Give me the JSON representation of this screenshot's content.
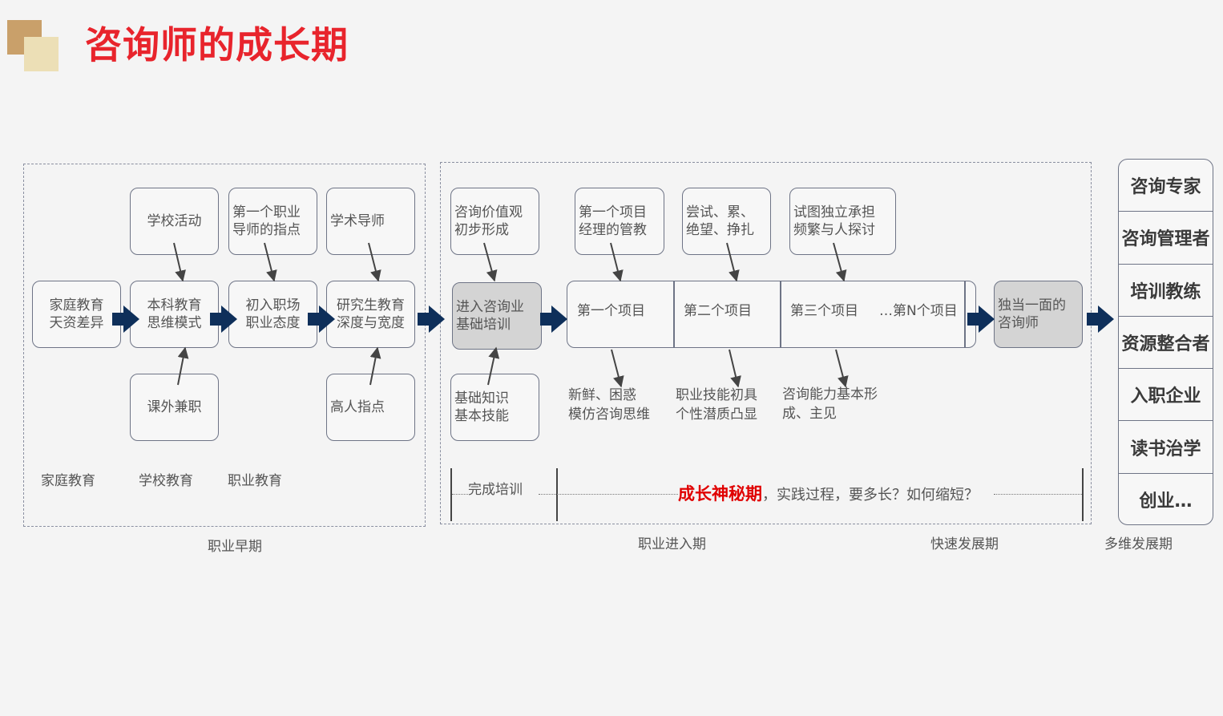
{
  "title": "咨询师的成长期",
  "colors": {
    "title": "#e8242c",
    "arrow": "#0e2f5a",
    "highlight": "#e00000",
    "gray_box": "#d4d4d4"
  },
  "early": {
    "boxes": {
      "family": [
        "家庭教育",
        "天资差异"
      ],
      "undergrad": [
        "本科教育",
        "思维模式"
      ],
      "first_job": [
        "初入职场",
        "职业态度"
      ],
      "grad": [
        "研究生教育",
        "深度与宽度"
      ],
      "school_activity": [
        "学校活动"
      ],
      "first_mentor": [
        "第一个职业",
        "导师的指点"
      ],
      "academic_mentor": [
        "学术导师"
      ],
      "parttime": [
        "课外兼职"
      ],
      "expert_guide": [
        "高人指点"
      ]
    },
    "labels": [
      "家庭教育",
      "学校教育",
      "职业教育"
    ]
  },
  "entry": {
    "values": [
      "咨询价值观",
      "初步形成"
    ],
    "training": [
      "进入咨询业",
      "基础培训"
    ],
    "basics": [
      "基础知识",
      "基本技能"
    ],
    "manager": [
      "第一个项目",
      "经理的管教"
    ],
    "struggle": [
      "尝试、累、",
      "绝望、挣扎"
    ],
    "independent": [
      "试图独立承担",
      "频繁与人探讨"
    ],
    "projects": [
      "第一个项目",
      "第二个项目",
      "第三个项目",
      "…第N个项目"
    ],
    "notes": [
      [
        "新鲜、困惑",
        "模仿咨询思维"
      ],
      [
        "职业技能初具",
        "个性潜质凸显"
      ],
      [
        "咨询能力基本形",
        "成、主见"
      ]
    ],
    "independent_consultant": [
      "独当一面的",
      "咨询师"
    ],
    "training_done": "完成培训",
    "growth_highlight": "成长神秘期",
    "growth_rest": "，实践过程，要多长？如何缩短？"
  },
  "roles": [
    "咨询专家",
    "咨询管理者",
    "培训教练",
    "资源整合者",
    "入职企业",
    "读书治学",
    "创业…"
  ],
  "phases": [
    "职业早期",
    "职业进入期",
    "快速发展期",
    "多维发展期"
  ]
}
